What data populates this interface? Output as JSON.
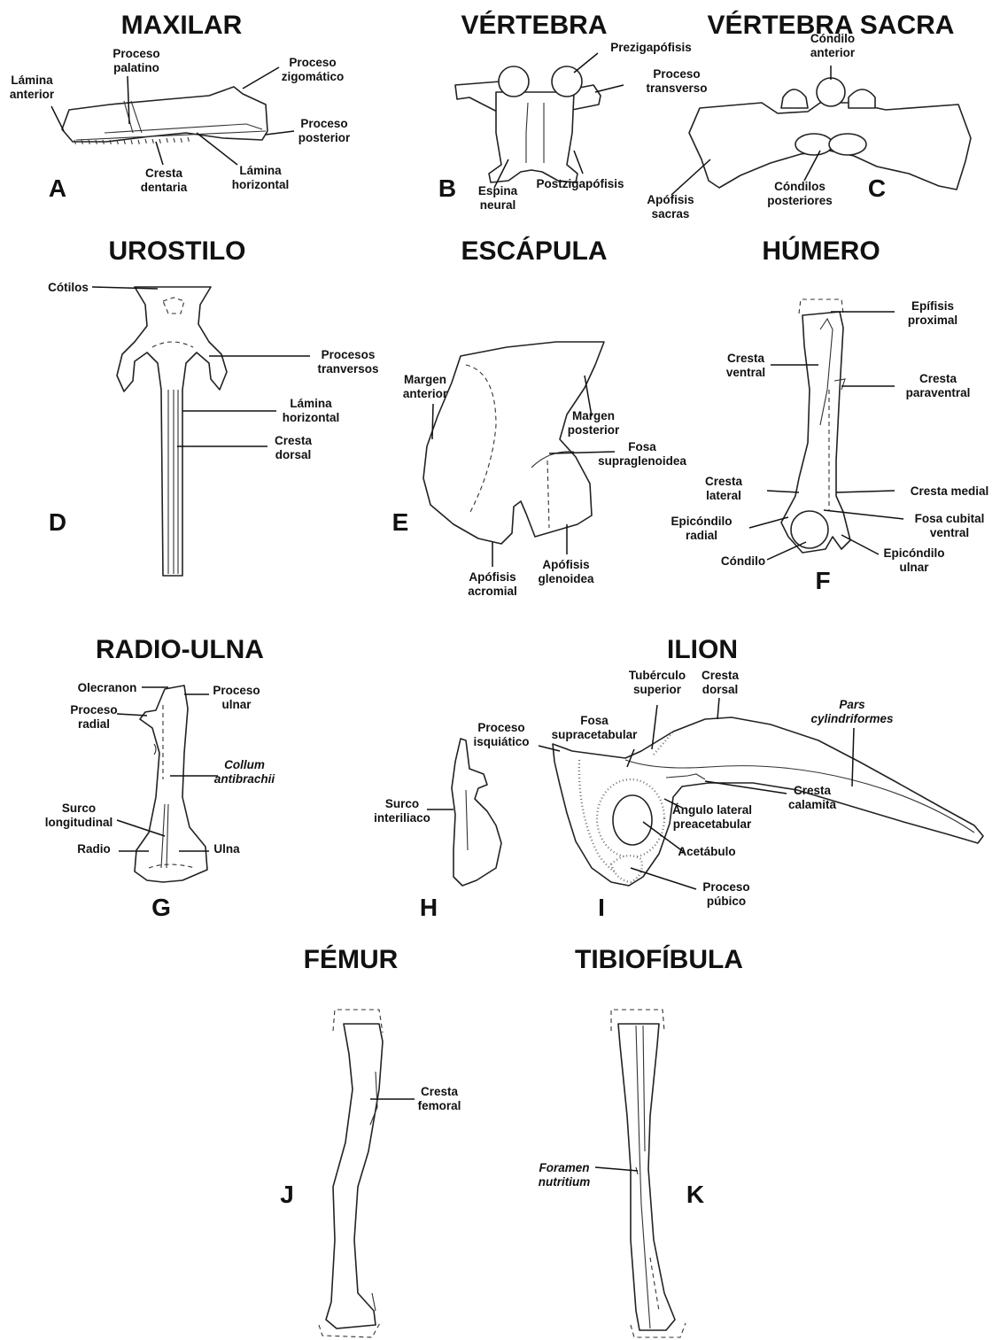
{
  "titles": {
    "maxilar": "MAXILAR",
    "vertebra": "VÉRTEBRA",
    "vertebra_sacra": "VÉRTEBRA SACRA",
    "urostilo": "UROSTILO",
    "escapula": "ESCÁPULA",
    "humero": "HÚMERO",
    "radio_ulna": "RADIO-ULNA",
    "ilion": "ILION",
    "femur": "FÉMUR",
    "tibiofibula": "TIBIOFÍBULA"
  },
  "letters": {
    "a": "A",
    "b": "B",
    "c": "C",
    "d": "D",
    "e": "E",
    "f": "F",
    "g": "G",
    "h": "H",
    "i": "I",
    "j": "J",
    "k": "K"
  },
  "labels": {
    "maxilar": {
      "lamina_anterior": [
        "Lámina",
        "anterior"
      ],
      "proceso_palatino": [
        "Proceso",
        "palatino"
      ],
      "proceso_zigomatico": [
        "Proceso",
        "zigomático"
      ],
      "proceso_posterior": [
        "Proceso",
        "posterior"
      ],
      "cresta_dentaria": [
        "Cresta",
        "dentaria"
      ],
      "lamina_horizontal": [
        "Lámina",
        "horizontal"
      ]
    },
    "vertebra": {
      "prezigapofisis": "Prezigapófisis",
      "proceso_transverso": [
        "Proceso",
        "transverso"
      ],
      "espina_neural": [
        "Espina",
        "neural"
      ],
      "postzigapofisis": "Postzigapófisis"
    },
    "sacra": {
      "condilo_anterior": [
        "Cóndilo",
        "anterior"
      ],
      "apofisis_sacras": [
        "Apófisis",
        "sacras"
      ],
      "condilos_posteriores": [
        "Cóndilos",
        "posteriores"
      ]
    },
    "urostilo": {
      "cotilos": "Cótilos",
      "procesos_tranversos": [
        "Procesos",
        "tranversos"
      ],
      "lamina_horizontal": [
        "Lámina",
        "horizontal"
      ],
      "cresta_dorsal": [
        "Cresta",
        "dorsal"
      ]
    },
    "escapula": {
      "margen_anterior": [
        "Margen",
        "anterior"
      ],
      "margen_posterior": [
        "Margen",
        "posterior"
      ],
      "fosa_supraglenoidea": [
        "Fosa",
        "supraglenoidea"
      ],
      "apofisis_acromial": [
        "Apófisis",
        "acromial"
      ],
      "apofisis_glenoidea": [
        "Apófisis",
        "glenoidea"
      ]
    },
    "humero": {
      "epifisis_proximal": [
        "Epífisis",
        "proximal"
      ],
      "cresta_ventral": [
        "Cresta",
        "ventral"
      ],
      "cresta_paraventral": [
        "Cresta",
        "paraventral"
      ],
      "cresta_lateral": [
        "Cresta",
        "lateral"
      ],
      "cresta_medial": "Cresta medial",
      "epicondilo_radial": [
        "Epicóndilo",
        "radial"
      ],
      "fosa_cubital_ventral": [
        "Fosa cubital",
        "ventral"
      ],
      "condilo": "Cóndilo",
      "epicondilo_ulnar": [
        "Epicóndilo",
        "ulnar"
      ]
    },
    "radio_ulna": {
      "olecranon": "Olecranon",
      "proceso_ulnar": [
        "Proceso",
        "ulnar"
      ],
      "proceso_radial": [
        "Proceso",
        "radial"
      ],
      "collum_antibrachii": [
        "Collum",
        "antibrachii"
      ],
      "surco_longitudinal": [
        "Surco",
        "longitudinal"
      ],
      "radio": "Radio",
      "ulna": "Ulna"
    },
    "ilion": {
      "surco_interiliaco": [
        "Surco",
        "interiliaco"
      ],
      "proceso_isquiatico": [
        "Proceso",
        "isquiático"
      ],
      "fosa_supracetabular": [
        "Fosa",
        "supracetabular"
      ],
      "tuberculo_superior": [
        "Tubérculo",
        "superior"
      ],
      "cresta_dorsal": [
        "Cresta",
        "dorsal"
      ],
      "pars_cylindriformes": [
        "Pars",
        "cylindriformes"
      ],
      "cresta_calamita": [
        "Cresta",
        "calamita"
      ],
      "angulo_lateral_preacetabular": [
        "Ángulo lateral",
        "preacetabular"
      ],
      "acetabulo": "Acetábulo",
      "proceso_pubico": [
        "Proceso",
        "púbico"
      ]
    },
    "femur": {
      "cresta_femoral": [
        "Cresta",
        "femoral"
      ]
    },
    "tibiofibula": {
      "foramen_nutritium": [
        "Foramen",
        "nutritium"
      ]
    }
  }
}
